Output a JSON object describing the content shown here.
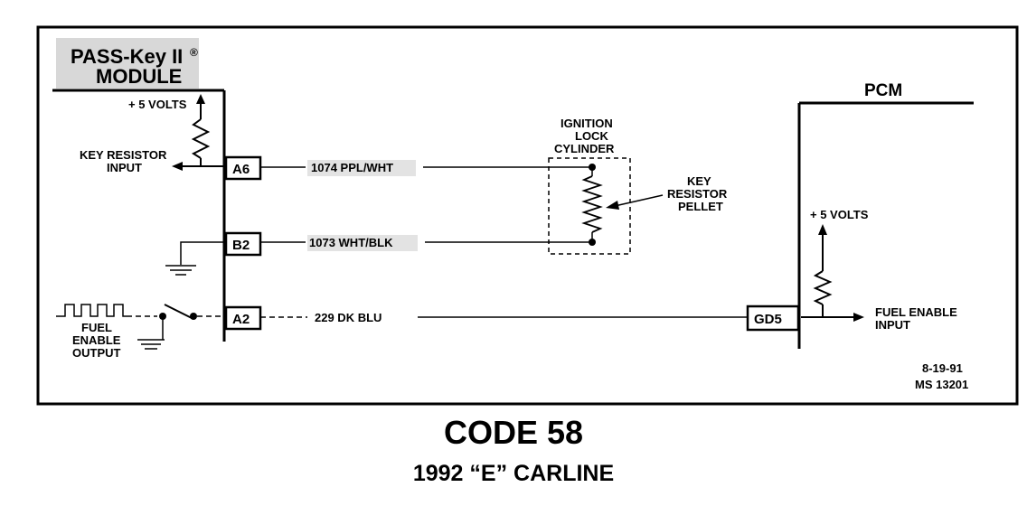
{
  "module": {
    "title_line1": "PASS-Key II",
    "registered_mark": "®",
    "title_line2": "MODULE",
    "supply_label": "+ 5 VOLTS",
    "key_input_line1": "KEY RESISTOR",
    "key_input_line2": "INPUT",
    "fuel_output_line1": "FUEL",
    "fuel_output_line2": "ENABLE",
    "fuel_output_line3": "OUTPUT"
  },
  "pins": {
    "a6": "A6",
    "b2": "B2",
    "a2": "A2",
    "gd5": "GD5"
  },
  "wires": {
    "a6_wire": "1074 PPL/WHT",
    "b2_wire": "1073 WHT/BLK",
    "a2_wire": "229 DK BLU"
  },
  "ignition": {
    "line1": "IGNITION",
    "line2": "LOCK",
    "line3": "CYLINDER"
  },
  "pellet": {
    "line1": "KEY",
    "line2": "RESISTOR",
    "line3": "PELLET"
  },
  "pcm": {
    "title": "PCM",
    "supply_label": "+ 5 VOLTS",
    "fuel_input_line1": "FUEL ENABLE",
    "fuel_input_line2": "INPUT"
  },
  "footer": {
    "date": "8-19-91",
    "ref": "MS 13201"
  },
  "captions": {
    "code": "CODE 58",
    "carline": "1992 “E” CARLINE"
  },
  "colors": {
    "ink": "#000000",
    "highlight": "#d8d8d8"
  }
}
